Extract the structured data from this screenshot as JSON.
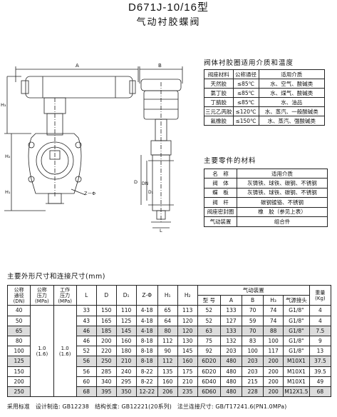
{
  "title": {
    "model": "D671J-10/16型",
    "name": "气动衬胶蝶阀"
  },
  "drawing": {
    "dim_labels": {
      "A": "A",
      "B": "B",
      "H3": "H₃",
      "H2": "H₂",
      "H1": "H₁",
      "L": "L",
      "D": "D",
      "DN": "DN",
      "D1": "D₁",
      "Z_phi": "Z－Φ"
    }
  },
  "lining_table": {
    "caption": "阀体衬胶圈适用介质和温度",
    "headers": [
      "阀座材料",
      "公称通径",
      "适用介质"
    ],
    "rows": [
      [
        "天然胶",
        "≤85℃",
        "水、空气、酸碱类"
      ],
      [
        "氯丁胶",
        "≤85℃",
        "水、煤气、酸碱类"
      ],
      [
        "丁腈胶",
        "≤85℃",
        "水、油品"
      ],
      [
        "三元乙丙胶",
        "≤120℃",
        "水、蒸汽、一般酸碱类"
      ],
      [
        "氟橡胶",
        "≤150℃",
        "水、蒸汽、强酸碱类"
      ]
    ]
  },
  "parts_table": {
    "caption": "主要零件的材料",
    "headers": [
      "名　称",
      "适用介质"
    ],
    "rows": [
      [
        "阀　体",
        "灰铸铁、球铁、碳钢、不锈钢"
      ],
      [
        "蝶　板",
        "灰铸铁、球铁、碳钢、不锈钢"
      ],
      [
        "阀　杆",
        "碳钢镀铬、不锈钢"
      ],
      [
        "阀座密封圈",
        "橡　胶（参见上表）"
      ],
      [
        "气动装置",
        "组合件"
      ]
    ]
  },
  "dim_table": {
    "caption": "主要外形尺寸和连接尺寸(mm)",
    "headers": {
      "dn": [
        "公称",
        "通径",
        "(DN)"
      ],
      "pn": [
        "公称",
        "压力",
        "(MPa)"
      ],
      "wp": [
        "工作",
        "压力",
        "(MPa)"
      ],
      "L": "L",
      "D": "D",
      "D1": "D₁",
      "Z": "Z-Φ",
      "H1": "H₁",
      "H2": "H₂",
      "actuator": "气动装置",
      "model": "型 号",
      "A": "A",
      "B": "B",
      "H3": "H₃",
      "air": "气源接头",
      "weight": [
        "重量",
        "(Kg)"
      ]
    },
    "pressure": {
      "nominal": [
        "1.0",
        "(1.6)"
      ],
      "working": [
        "1.0",
        "(1.6)"
      ]
    },
    "rows": [
      [
        "40",
        "33",
        "150",
        "110",
        "4-18",
        "65",
        "113",
        "52",
        "133",
        "70",
        "74",
        "G1/8\"",
        "4"
      ],
      [
        "50",
        "43",
        "165",
        "125",
        "4-18",
        "64",
        "120",
        "52",
        "127",
        "59",
        "74",
        "G1/8\"",
        "4"
      ],
      [
        "65",
        "46",
        "185",
        "145",
        "4-18",
        "80",
        "120",
        "63",
        "133",
        "70",
        "88",
        "G1/8\"",
        "7.5"
      ],
      [
        "80",
        "46",
        "200",
        "160",
        "8-18",
        "112",
        "130",
        "75",
        "132",
        "83",
        "100",
        "G1/8\"",
        "9"
      ],
      [
        "100",
        "52",
        "220",
        "180",
        "8-18",
        "90",
        "145",
        "92",
        "203",
        "100",
        "117",
        "G1/8\"",
        "13"
      ],
      [
        "125",
        "56",
        "250",
        "210",
        "8-18",
        "112",
        "160",
        "6D20",
        "480",
        "203",
        "200",
        "M10X1",
        "37.5"
      ],
      [
        "150",
        "56",
        "285",
        "240",
        "8-22",
        "135",
        "175",
        "6D20",
        "480",
        "203",
        "200",
        "M10X1",
        "39.5"
      ],
      [
        "200",
        "60",
        "340",
        "295",
        "8-22",
        "160",
        "210",
        "6D40",
        "480",
        "215",
        "200",
        "M10X1",
        "49"
      ],
      [
        "250",
        "68",
        "395",
        "350",
        "12-22",
        "206",
        "235",
        "6D60",
        "480",
        "228",
        "200",
        "M12X1.5",
        "68"
      ]
    ]
  },
  "footer": "采用标准　设计制造: GB12238　结构长度: GB12221(20系列)　法兰连接尺寸: GB/T17241.6(PN1.0MPa)"
}
